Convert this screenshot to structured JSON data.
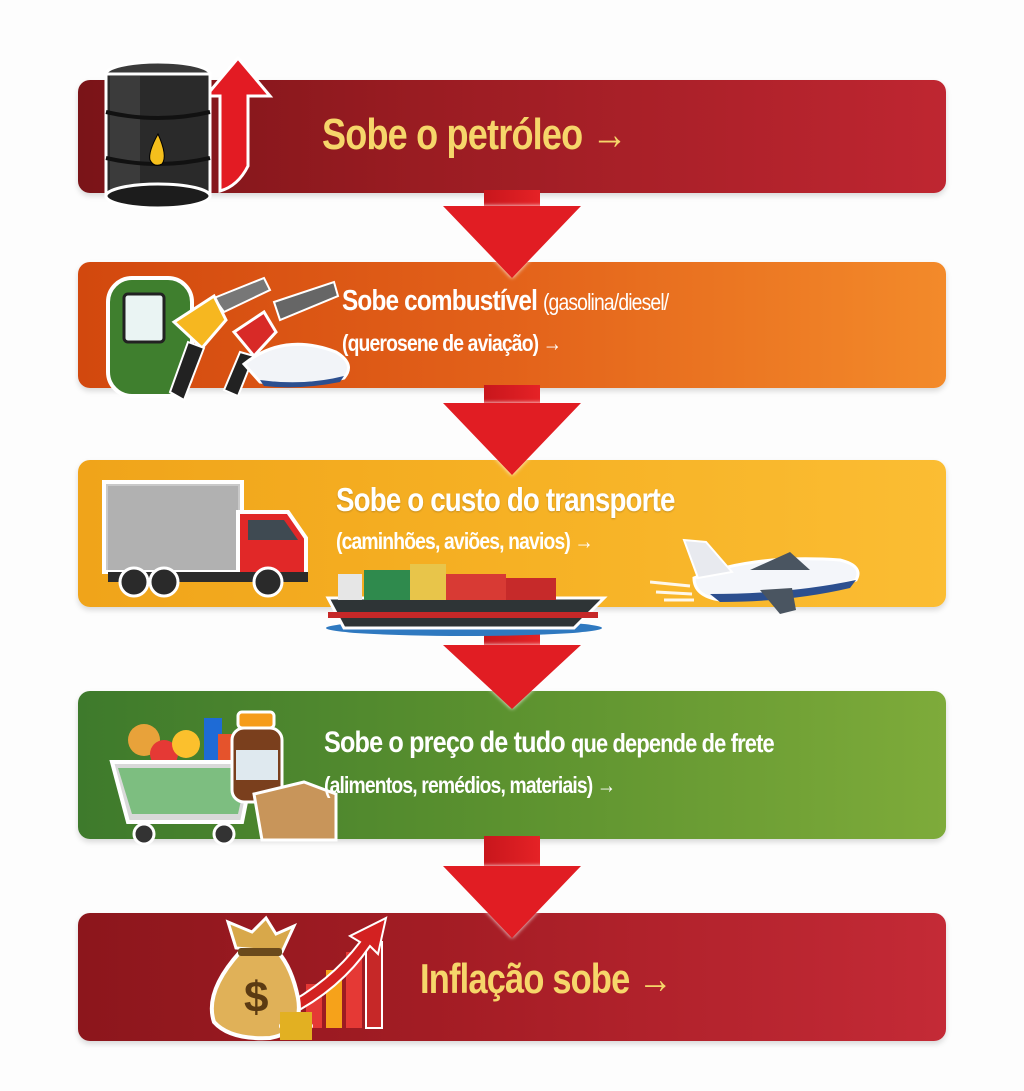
{
  "diagram": {
    "type": "flowchart",
    "direction": "top-to-bottom",
    "steps": [
      {
        "title": "Sobe o petróleo →",
        "icon": "oil-barrel-up-arrow-icon",
        "color": "#9a1c22"
      },
      {
        "title": "Sobe combustível",
        "title_suffix": "(gasolina/diesel/",
        "subtitle": "(querosene de aviação) →",
        "icon": "fuel-pump-nozzles-plane-icon",
        "color": "#e3621a"
      },
      {
        "title": "Sobe o custo do transporte",
        "subtitle": "(caminhões, aviões, navios) →",
        "icon": "truck-ship-plane-icon",
        "color": "#f6b124"
      },
      {
        "title_main": "Sobe o preço de tudo",
        "title_rest": "que depende de frete",
        "subtitle": "(alimentos, remédios, materiais) →",
        "icon": "shopping-cart-medicine-box-icon",
        "color": "#5c922f"
      },
      {
        "title": "Inflação sobe →",
        "icon": "money-bag-rising-chart-icon",
        "color": "#a51d25"
      }
    ],
    "connector": {
      "type": "down-arrow",
      "color": "#e11d23",
      "count": 4
    }
  }
}
